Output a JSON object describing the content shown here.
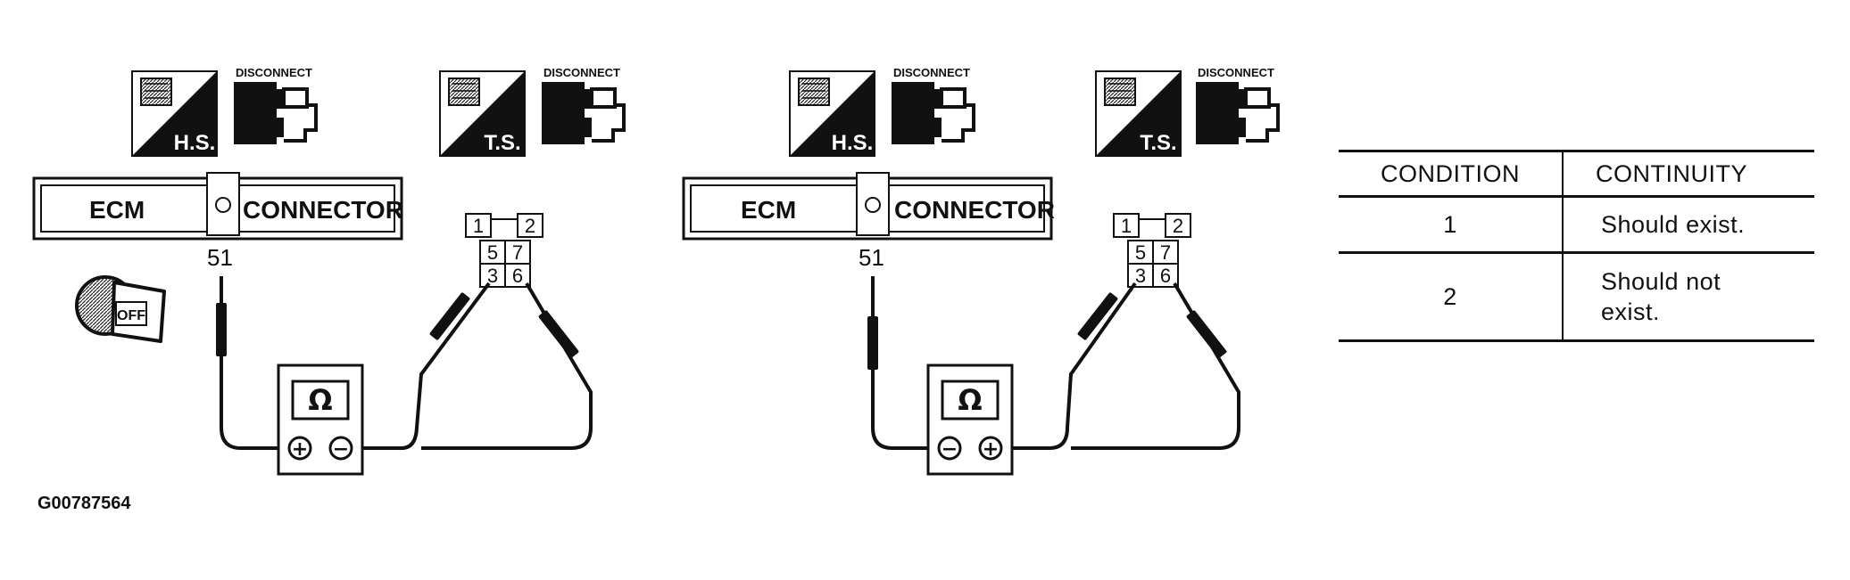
{
  "figure": {
    "code": "G00787564",
    "left_panel": {
      "icons": {
        "hs_label": "H.S.",
        "ts_label": "T.S.",
        "disconnect_label": "DISCONNECT"
      },
      "ecm_label": "ECM",
      "connector_label": "CONNECTOR",
      "terminal_number": "51",
      "ignition_key_label": "OFF",
      "pins": [
        "1",
        "2",
        "5",
        "7",
        "3",
        "6"
      ],
      "meter_symbol": "Ω",
      "meter_left_polarity": "+",
      "meter_right_polarity": "−"
    },
    "right_panel": {
      "icons": {
        "hs_label": "H.S.",
        "ts_label": "T.S.",
        "disconnect_label": "DISCONNECT"
      },
      "ecm_label": "ECM",
      "connector_label": "CONNECTOR",
      "terminal_number": "51",
      "pins": [
        "1",
        "2",
        "5",
        "7",
        "3",
        "6"
      ],
      "meter_symbol": "Ω",
      "meter_left_polarity": "−",
      "meter_right_polarity": "+"
    }
  },
  "table": {
    "headers": [
      "CONDITION",
      "CONTINUITY"
    ],
    "rows": [
      {
        "condition": "1",
        "continuity": "Should exist."
      },
      {
        "condition": "2",
        "continuity_line1": "Should not",
        "continuity_line2": "exist."
      }
    ]
  }
}
